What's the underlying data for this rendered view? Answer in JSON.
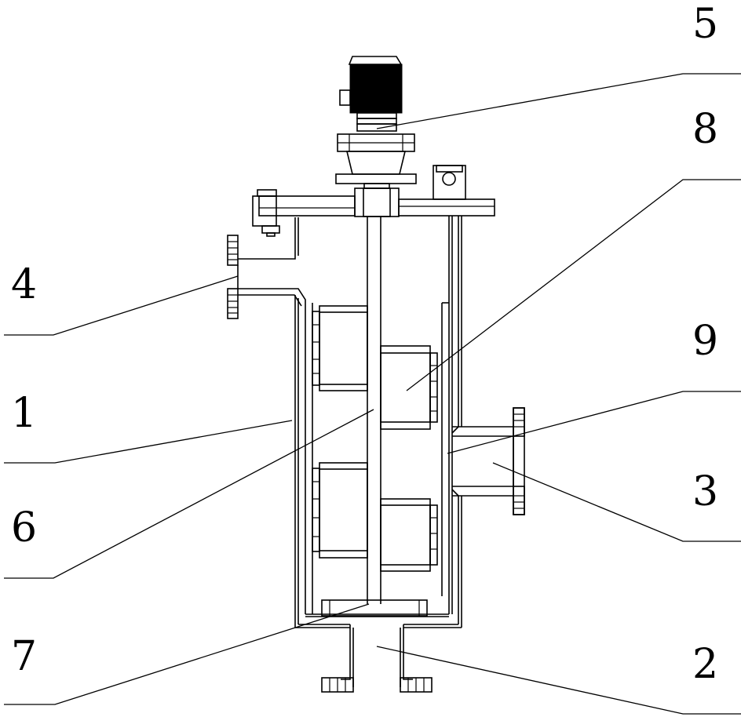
{
  "labels": {
    "l1": "1",
    "l2": "2",
    "l3": "3",
    "l4": "4",
    "l5": "5",
    "l6": "6",
    "l7": "7",
    "l8": "8",
    "l9": "9"
  },
  "colors": {
    "line": "#000000",
    "motor_fill": "#000000",
    "background": "#ffffff"
  }
}
